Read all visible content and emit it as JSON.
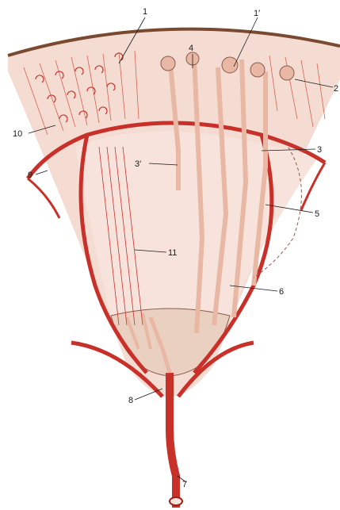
{
  "colors": {
    "cortex": "#f4dcd3",
    "medulla": "#f7e3db",
    "capsule": "#7a4a30",
    "artery": "#c8312a",
    "artery_dark": "#9e1f1b",
    "tubule": "#e8b8a4",
    "tubule_edge": "#8a5a4a",
    "capillary": "#d9624f"
  },
  "labels": {
    "l1": "1",
    "l1p": "1′",
    "l2": "2",
    "l3": "3",
    "l3p": "3′",
    "l4": "4",
    "l5": "5",
    "l6": "6",
    "l7": "7",
    "l8": "8",
    "l9": "9",
    "l10": "10",
    "l11": "11"
  }
}
